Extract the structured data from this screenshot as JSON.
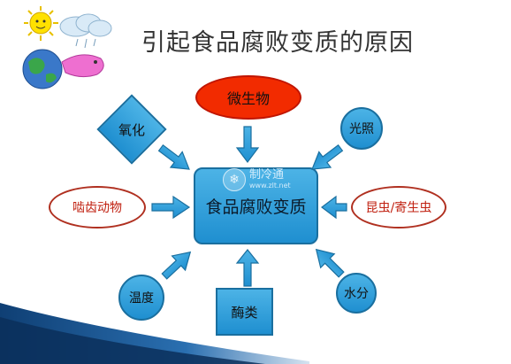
{
  "slide": {
    "title": "引起食品腐败变质的原因"
  },
  "diagram": {
    "center": "食品腐败变质",
    "factors": {
      "microorganisms": "微生物",
      "oxidation": "氧化",
      "light": "光照",
      "rodents": "啮齿动物",
      "insects_parasites": "昆虫/寄生虫",
      "temperature": "温度",
      "enzymes": "酶类",
      "moisture": "水分"
    },
    "colors": {
      "center_fill": "#2a9ddd",
      "microorganism_fill": "#f22b00",
      "pest_border": "#b03020",
      "arrow_fill": "#2a9ddd",
      "swoosh": "#1a5a9a"
    }
  },
  "watermark": {
    "name": "制冷通",
    "url": "www.zlt.net",
    "icon": "snowflake-icon"
  }
}
